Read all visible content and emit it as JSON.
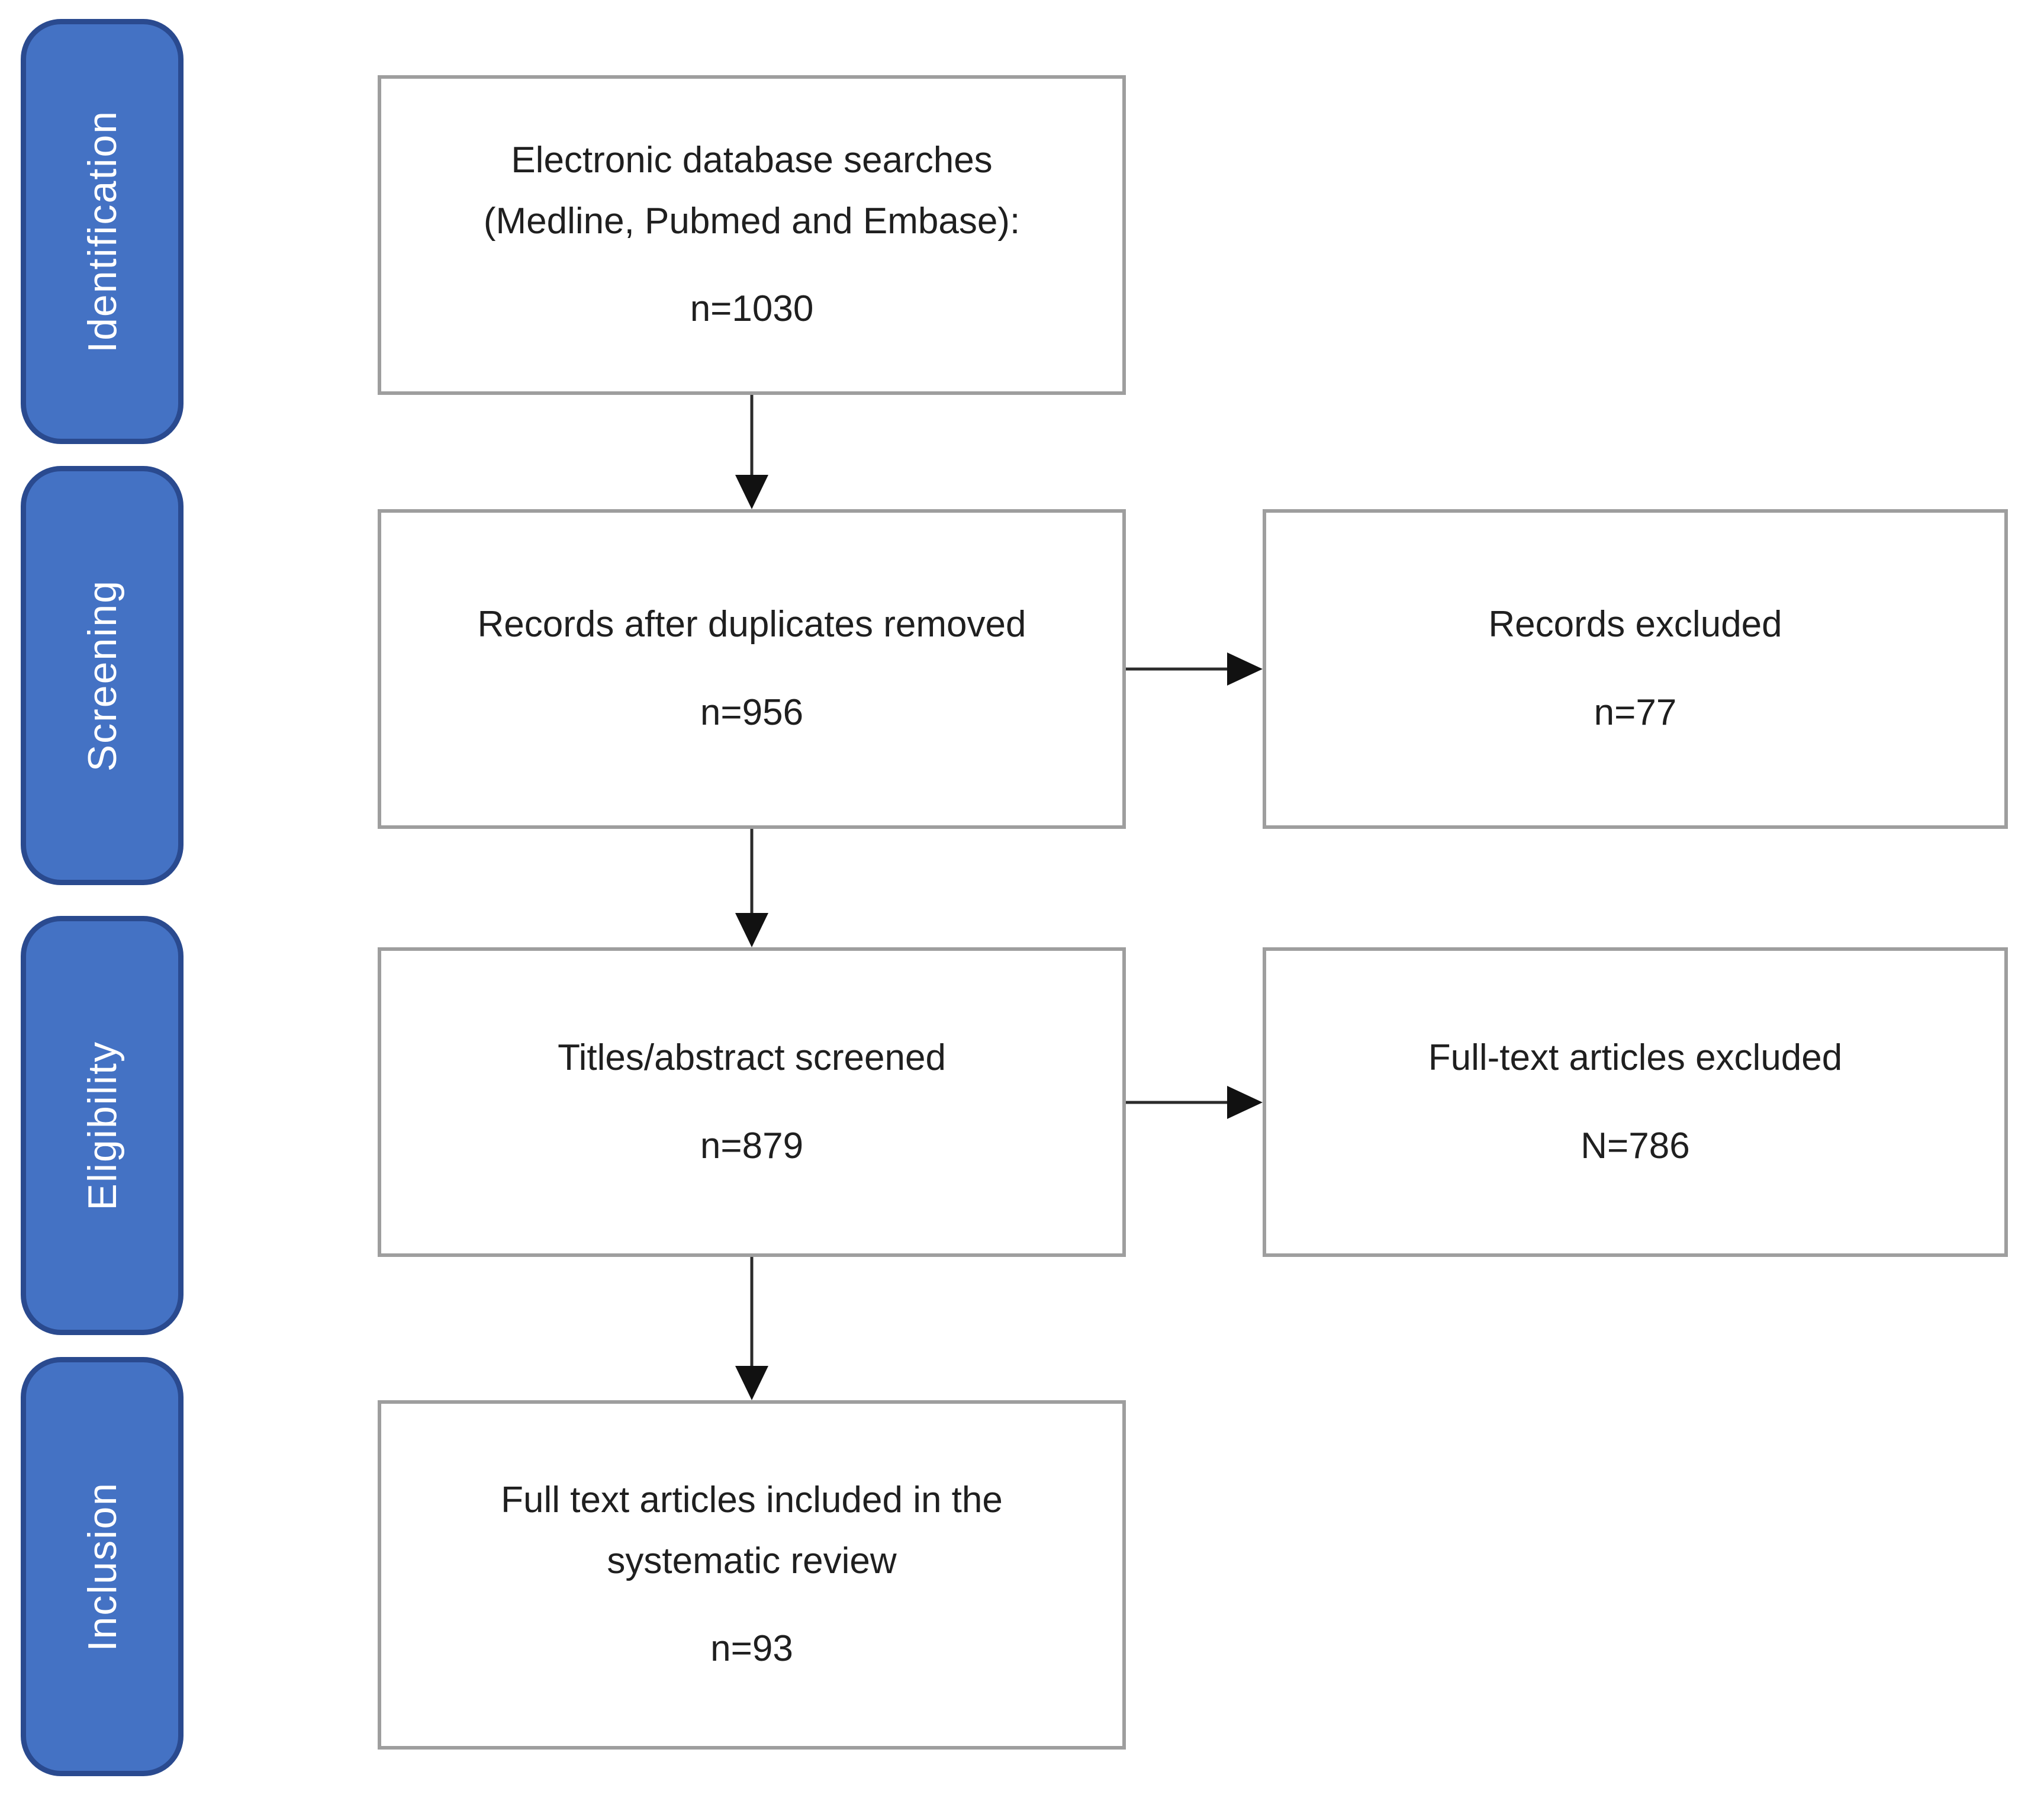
{
  "sidebar": {
    "stages": [
      {
        "id": "identification",
        "label": "Identification"
      },
      {
        "id": "screening",
        "label": "Screening"
      },
      {
        "id": "eligibility",
        "label": "Eligibility"
      },
      {
        "id": "inclusion",
        "label": "Inclusion"
      }
    ]
  },
  "flow": {
    "search": {
      "lines": [
        "Electronic database searches",
        "(Medline, Pubmed and Embase):"
      ],
      "count": "n=1030"
    },
    "dedup": {
      "lines": [
        "Records after duplicates removed"
      ],
      "count": "n=956"
    },
    "screened": {
      "lines": [
        "Titles/abstract screened"
      ],
      "count": "n=879"
    },
    "included": {
      "lines": [
        "Full text articles included in the",
        "systematic review"
      ],
      "count": "n=93"
    },
    "records_excluded": {
      "lines": [
        "Records excluded"
      ],
      "count": "n=77"
    },
    "fulltext_excluded": {
      "lines": [
        "Full-text articles excluded"
      ],
      "count": "N=786"
    }
  },
  "colors": {
    "stage_fill": "#4472c4",
    "stage_border": "#2a4a8f",
    "stage_text": "#ffffff",
    "flow_box_border": "#9e9e9e",
    "flow_box_fill": "#ffffff",
    "text": "#1f1f1f",
    "arrow": "#111111",
    "background": "#ffffff"
  }
}
